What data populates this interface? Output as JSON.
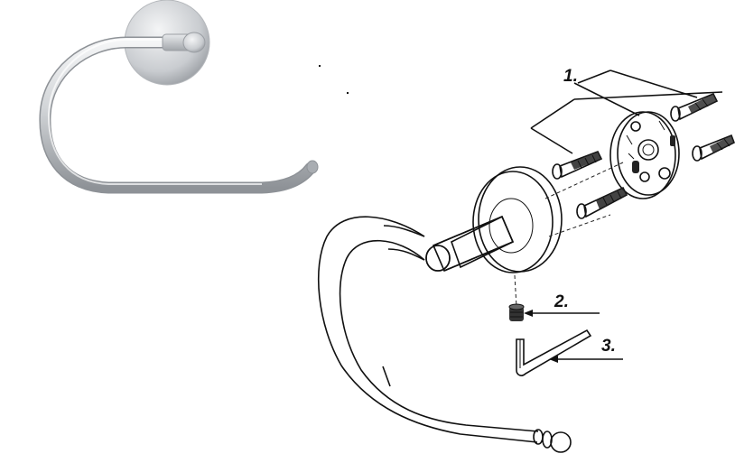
{
  "callouts": [
    {
      "id": "1",
      "label": "1."
    },
    {
      "id": "2",
      "label": "2."
    },
    {
      "id": "3",
      "label": "3."
    }
  ],
  "colors": {
    "line": "#111111",
    "metal_light": "#f2f3f4",
    "metal_mid": "#c9ccd0",
    "metal_dark": "#8e9297"
  },
  "icons": [
    "towel-ring-photo",
    "mounting-plate-icon",
    "screw-icon",
    "wall-plug-icon",
    "grub-screw-icon",
    "allen-key-icon"
  ]
}
